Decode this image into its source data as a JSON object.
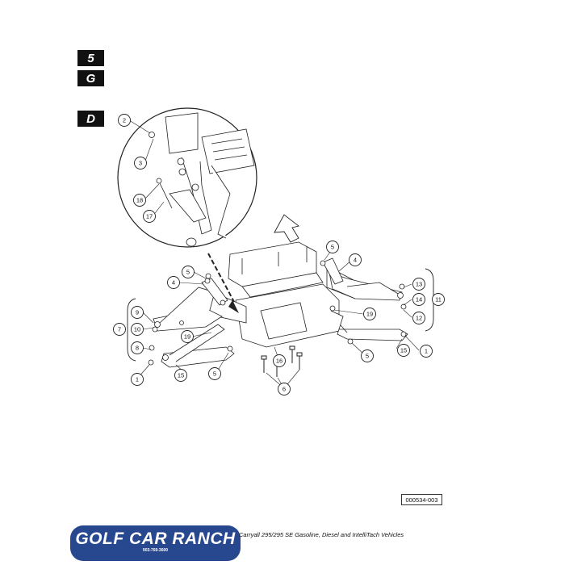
{
  "section_tabs": [
    "5",
    "G",
    "D"
  ],
  "figure_ref": "000534-003",
  "caption": "Carryall 295/295 SE Gasoline, Diesel and IntelliTach Vehicles",
  "logo": {
    "brand": "GOLF CAR RANCH",
    "phone": "903-769-3600"
  },
  "callouts": [
    "1",
    "2",
    "3",
    "4",
    "5",
    "6",
    "7",
    "8",
    "9",
    "10",
    "11",
    "12",
    "13",
    "14",
    "15",
    "16",
    "17",
    "18",
    "19"
  ]
}
